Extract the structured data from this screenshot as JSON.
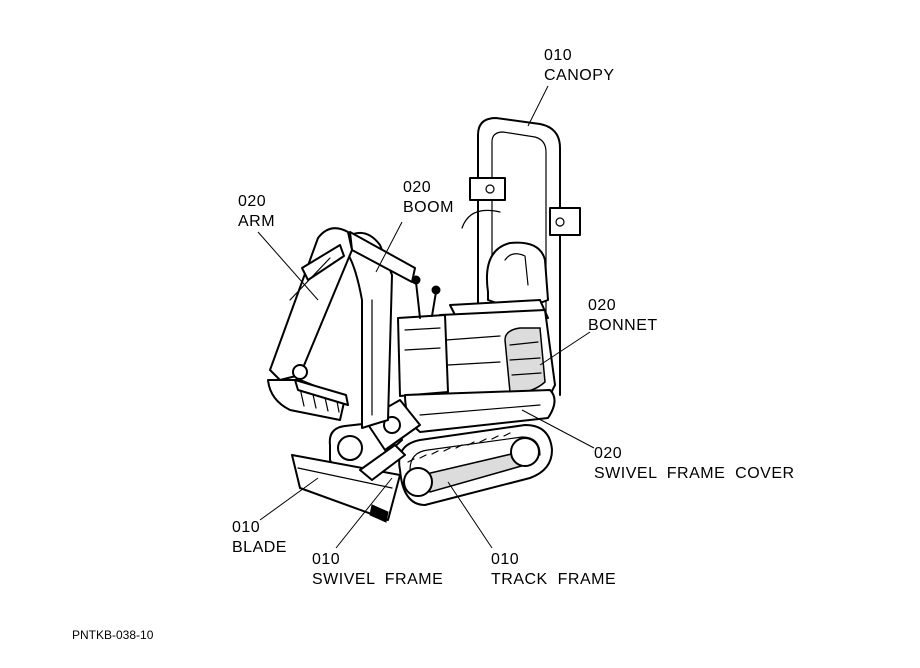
{
  "callouts": {
    "canopy": {
      "code": "010",
      "name": "CANOPY"
    },
    "boom": {
      "code": "020",
      "name": "BOOM"
    },
    "arm": {
      "code": "020",
      "name": "ARM"
    },
    "bonnet": {
      "code": "020",
      "name": "BONNET"
    },
    "swivel_frame_cover": {
      "code": "020",
      "name": "SWIVEL  FRAME  COVER"
    },
    "blade": {
      "code": "010",
      "name": "BLADE"
    },
    "swivel_frame": {
      "code": "010",
      "name": "SWIVEL  FRAME"
    },
    "track_frame": {
      "code": "010",
      "name": "TRACK  FRAME"
    }
  },
  "figure_code": "PNTKB-038-10"
}
